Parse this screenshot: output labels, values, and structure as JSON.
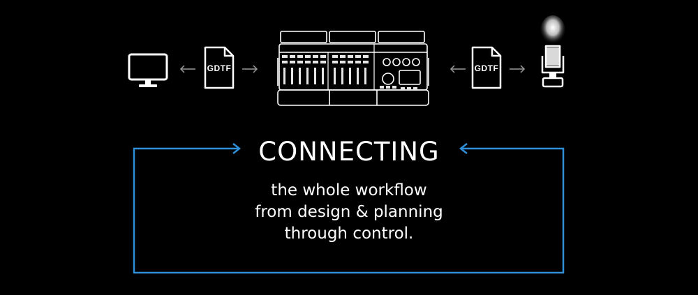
{
  "diagram": {
    "left_file_label": "GDTF",
    "right_file_label": "GDTF",
    "headline": "CONNECTING",
    "subtitle_lines": [
      "the whole workflow",
      "from design & planning",
      "through control."
    ],
    "icons": [
      "monitor-icon",
      "gdtf-file-icon",
      "lighting-console-icon",
      "gdtf-file-icon",
      "moving-head-fixture-icon"
    ],
    "colors": {
      "background": "#000000",
      "foreground": "#ffffff",
      "loop_accent": "#2f8fd8",
      "arrow_gray": "#9a9a9a"
    }
  }
}
